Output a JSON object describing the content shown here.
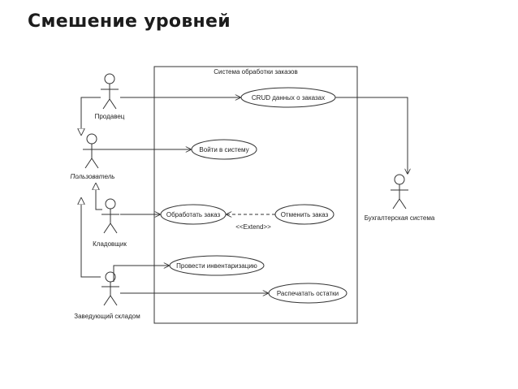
{
  "slide": {
    "title": "Смешение уровней"
  },
  "diagram": {
    "system": {
      "label": "Система обработки заказов"
    },
    "actors": {
      "seller": "Продавец",
      "user": "Пользователь",
      "storekeeper": "Кладовщик",
      "warehouse_manager": "Заведующий складом",
      "accounting": "Бухгалтерская система"
    },
    "use_cases": {
      "crud": "CRUD данных о заказах",
      "login": "Войти в систему",
      "process_order": "Обработать заказ",
      "cancel_order": "Отменить заказ",
      "inventory": "Провести инвентаризацию",
      "print_stock": "Распечатать остатки"
    },
    "relations": {
      "extend": "<<Extend>>"
    }
  }
}
